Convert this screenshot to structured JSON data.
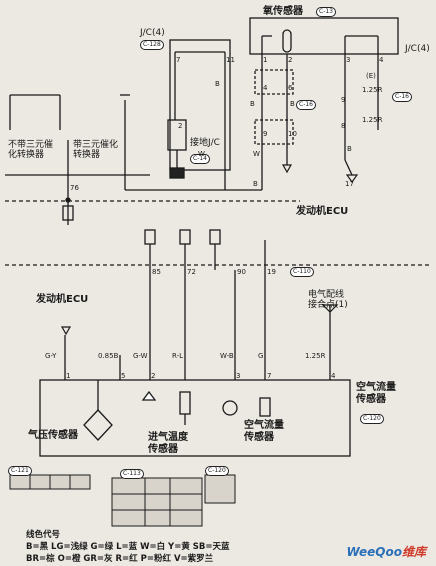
{
  "labels": {
    "oxygen_sensor": "氧传感器",
    "without_catalyst": "不带三元催\n化转换器",
    "with_catalyst": "带三元催化\n转换器",
    "ground_jc": "接地J/C",
    "engine_ecu_1": "发动机ECU",
    "engine_ecu_2": "发动机ECU",
    "elec_junction": "电气配线\n接合点(1)",
    "air_flow_sensor_right": "空气流量\n传感器",
    "pressure_sensor": "气压传感器",
    "intake_temp_sensor": "进气温度\n传感器",
    "air_flow_sensor_inner": "空气流量\n传感器",
    "jc4_left": "J/C(4)",
    "jc4_right": "J/C(4)"
  },
  "connectors": {
    "c128": "C-128",
    "c16a": "C-16",
    "c16b": "C-16",
    "c14": "C-14",
    "c13": "C-13",
    "c110": "C-110",
    "c120": "C-120",
    "c121": "C-121",
    "c113": "C-113",
    "c120b": "C-120"
  },
  "pins": {
    "p7": "7",
    "p11": "11",
    "p1": "1",
    "p2": "2",
    "p4": "4",
    "p3": "3",
    "p4b": "4",
    "p6": "6",
    "p76": "76",
    "p85": "85",
    "p72": "72",
    "p90": "90",
    "p19": "19",
    "p1b": "1",
    "p5": "5",
    "p2b": "2",
    "p3b": "3",
    "p7b": "7",
    "p4c": "4",
    "p9": "9",
    "p8": "8",
    "p2c": "2",
    "p17": "17",
    "p9b": "9",
    "p10": "10"
  },
  "wires": {
    "w1": "B",
    "w2": "B",
    "w3": "W",
    "w4": "B",
    "w5": "1.25R",
    "w6": "1.25R",
    "w7": "(E)",
    "w8": "B",
    "w9": "W",
    "g_y": "G-Y",
    "b085": "0.85B",
    "g_w": "G-W",
    "r_l": "R-L",
    "w_b": "W-B",
    "g": "G",
    "r125": "1.25R",
    "b2": "B"
  },
  "legend": {
    "title": "线色代号",
    "line1": "B=黑  LG=浅绿  G=绿  L=蓝  W=白  Y=黄  SB=天蓝",
    "line2": "BR=棕  O=橙  GR=灰  R=红  P=粉红  V=紫罗兰"
  },
  "watermark": {
    "brand": "WeeQoo",
    "suffix": "维库"
  },
  "colors": {
    "line": "#1a1a1a",
    "bg": "#ece9e2",
    "sheet": "#ffffff"
  }
}
